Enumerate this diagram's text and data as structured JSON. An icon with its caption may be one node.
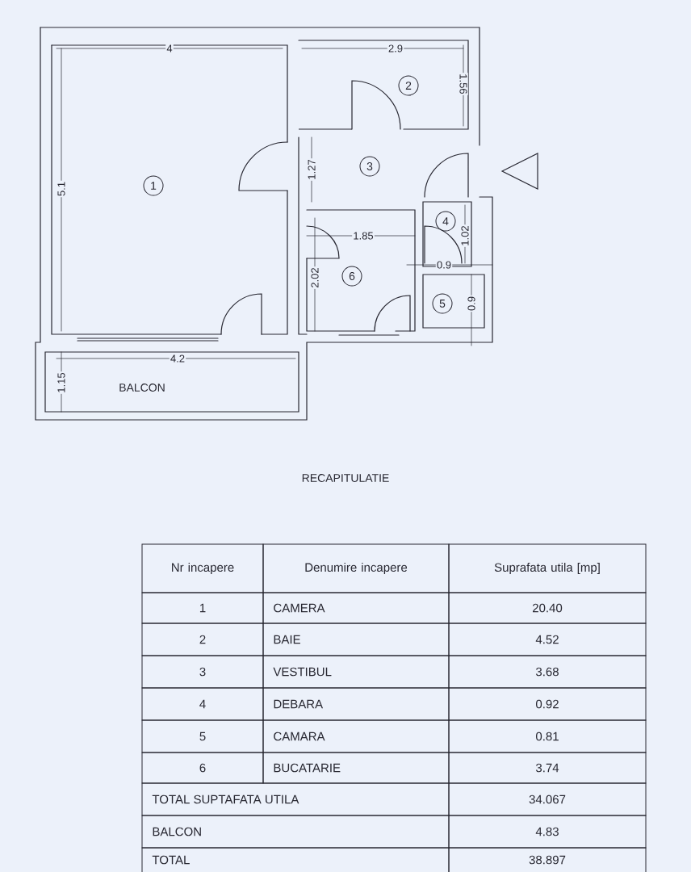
{
  "diagram": {
    "nodes": [
      {
        "text": [
          "1"
        ]
      },
      {
        "text": [
          "2"
        ]
      },
      {
        "text": [
          "3"
        ]
      },
      {
        "text": [
          "4"
        ]
      },
      {
        "text": [
          "5"
        ]
      },
      {
        "text": [
          "6"
        ]
      }
    ],
    "labels": [
      "4",
      "2.9",
      "1.56",
      "5.1",
      "1.27",
      "1.85",
      "1.02",
      "0.9",
      "2.02",
      "0.9",
      "4.2",
      "1.15",
      "BALCON",
      "RECAPITULATIE",
      "Nr incapere",
      "Denumire incapere",
      "Suprafata utila [mp]",
      "1",
      "CAMERA",
      "20.40",
      "2",
      "BAIE",
      "4.52",
      "3",
      "VESTIBUL",
      "3.68",
      "4",
      "DEBARA",
      "0.92",
      "5",
      "CAMARA",
      "0.81",
      "6",
      "BUCATARIE",
      "3.74",
      "TOTAL SUPTAFATA UTILA",
      "34.067",
      "BALCON",
      "4.83",
      "TOTAL",
      "38.897"
    ]
  }
}
